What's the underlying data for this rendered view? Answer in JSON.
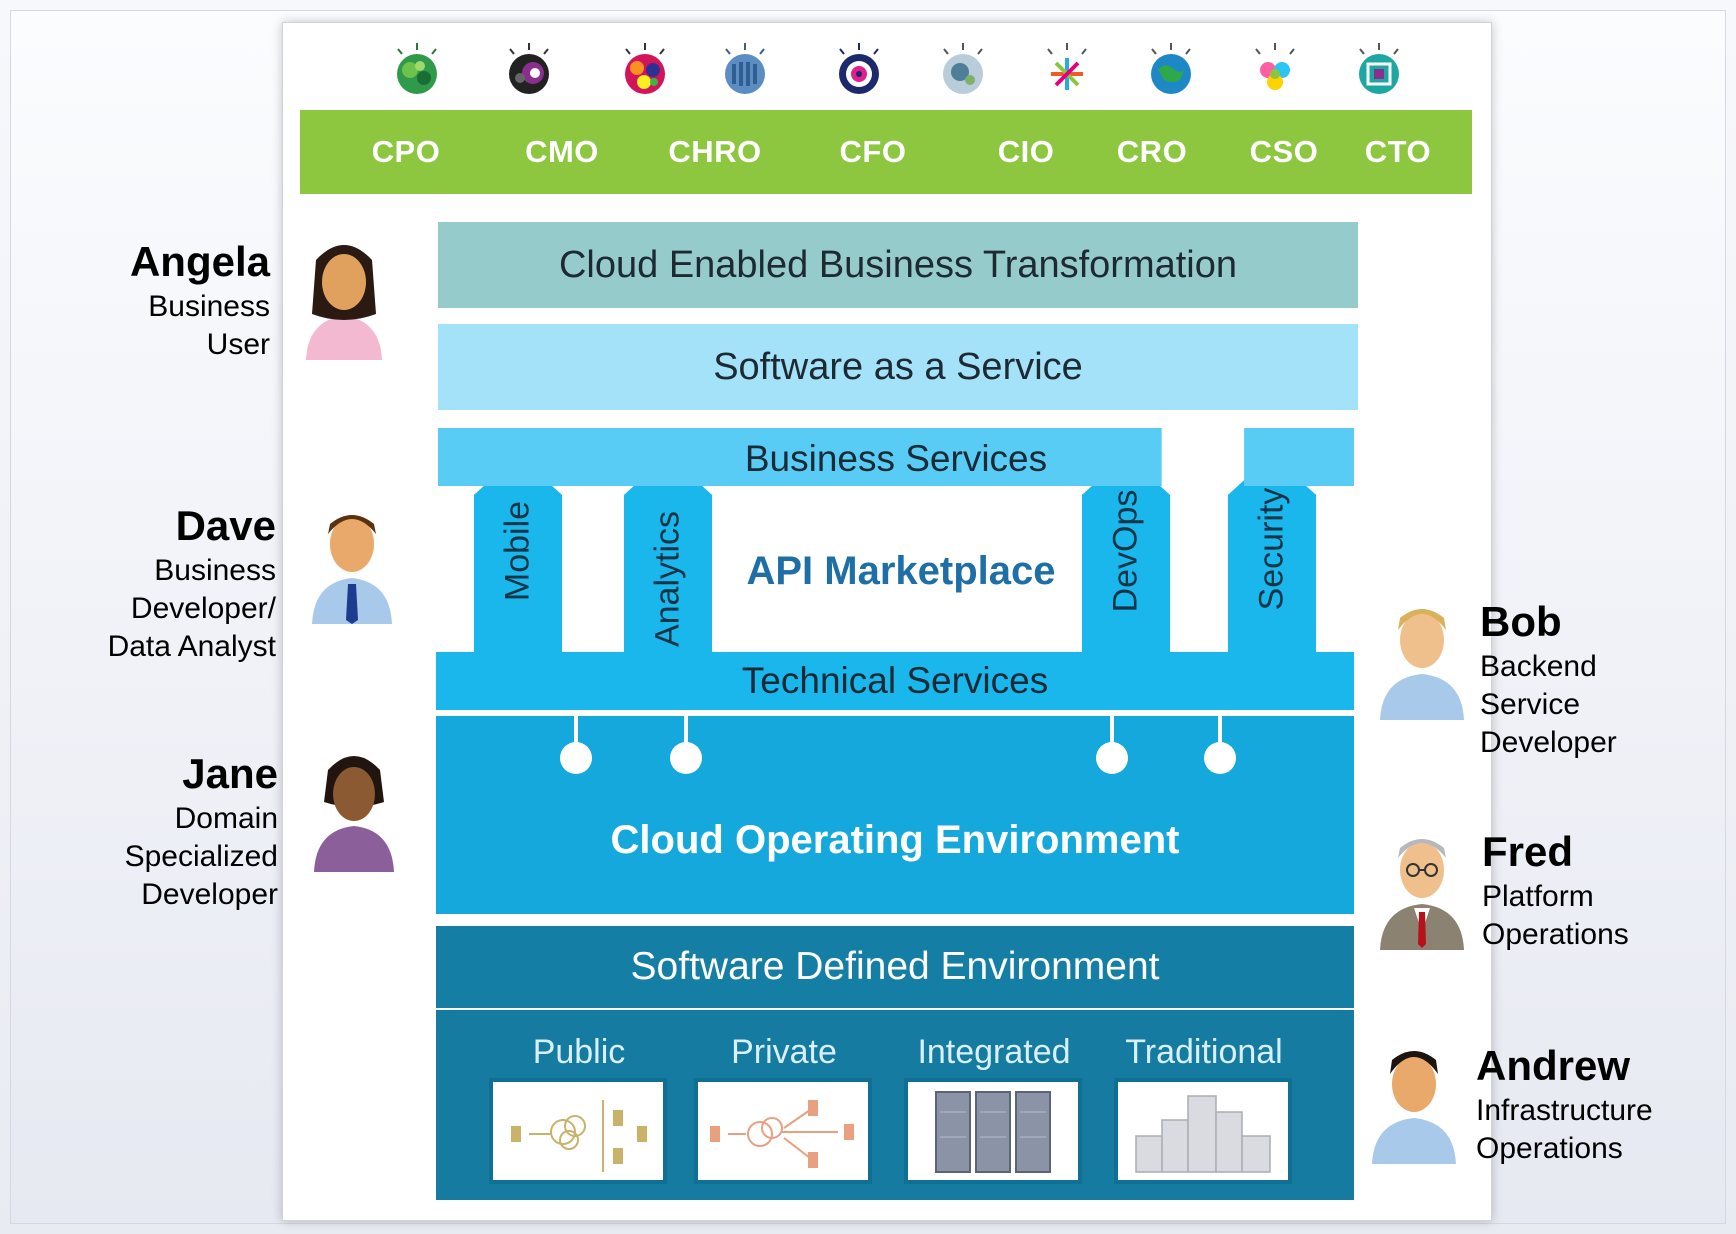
{
  "executives": [
    "CPO",
    "CMO",
    "CHRO",
    "CFO",
    "CIO",
    "CRO",
    "CSO",
    "CTO"
  ],
  "layers": {
    "business_transformation": "Cloud Enabled Business Transformation",
    "saas": "Software as a Service",
    "business_services": "Business Services",
    "api_marketplace": "API Marketplace",
    "technical_services": "Technical Services",
    "cloud_operating_environment": "Cloud Operating Environment",
    "software_defined_environment": "Software Defined Environment"
  },
  "pillars": [
    "Mobile",
    "Analytics",
    "DevOps",
    "Security"
  ],
  "infrastructure": [
    "Public",
    "Private",
    "Integrated",
    "Traditional"
  ],
  "personas_left": [
    {
      "name": "Angela",
      "role_lines": [
        "Business",
        "User"
      ]
    },
    {
      "name": "Dave",
      "role_lines": [
        "Business",
        "Developer/",
        "Data Analyst"
      ]
    },
    {
      "name": "Jane",
      "role_lines": [
        "Domain",
        "Specialized",
        "Developer"
      ]
    }
  ],
  "personas_right": [
    {
      "name": "Bob",
      "role_lines": [
        "Backend",
        "Service",
        "Developer"
      ]
    },
    {
      "name": "Fred",
      "role_lines": [
        "Platform",
        "Operations"
      ]
    },
    {
      "name": "Andrew",
      "role_lines": [
        "Infrastructure",
        "Operations"
      ]
    }
  ],
  "colors": {
    "exec_bar": "#8dc63f",
    "transformation": "#96cbcc",
    "saas": "#a3e2f8",
    "business_services": "#59ccf5",
    "technical_services": "#1ab7ec",
    "cloud_operating": "#14a8dc",
    "software_defined": "#157ea4",
    "api_text": "#1e6fa6"
  }
}
